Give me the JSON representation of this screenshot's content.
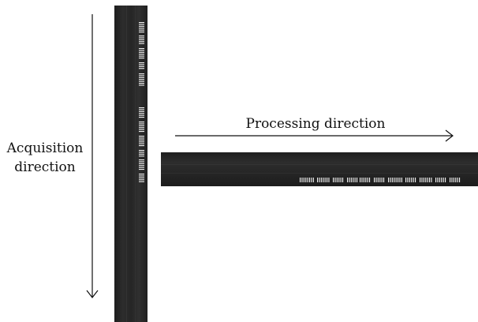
{
  "labels": {
    "acquisition_line1": "Acquisition",
    "acquisition_line2": "direction",
    "processing": "Processing direction"
  },
  "colors": {
    "strip_dark": "#232323",
    "strip_light": "#3a3a3a",
    "tick_white": "#f2f2f2",
    "arrow": "#111111",
    "text": "#111111"
  },
  "icons": {
    "acquisition_arrow": "arrow-down-icon",
    "processing_arrow": "arrow-right-icon"
  }
}
